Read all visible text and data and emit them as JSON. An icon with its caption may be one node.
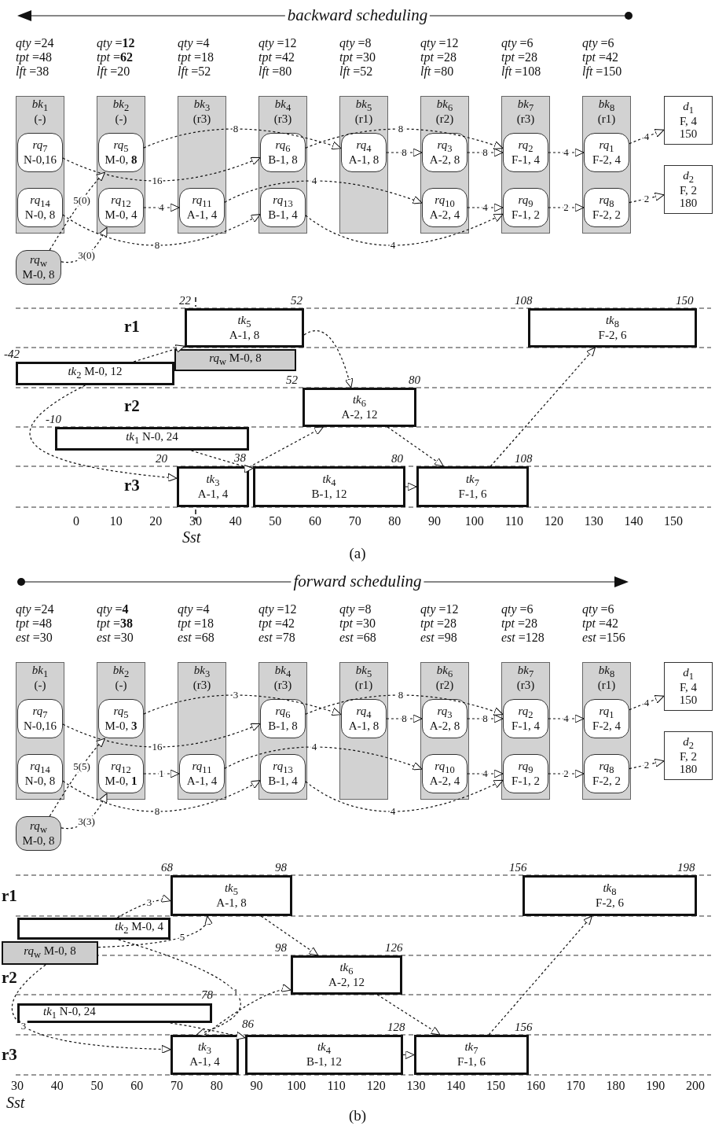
{
  "diagram": {
    "nodes": [
      {
        "text": [
          "*bk*$_{1}$",
          "(-)"
        ],
        "beside": [
          "*qty* =24",
          "*tpt* =48",
          "*lft* =38"
        ]
      },
      {
        "text": [
          "*rq*$_{7}$",
          "N-0,16"
        ],
        "in": 0
      },
      {
        "text": [
          "*rq*$_{14}$",
          "N-0, 8"
        ],
        "in": 0
      },
      {
        "text": [
          "*bk*$_{2}$",
          "(-)"
        ],
        "beside": [
          "*qty* =**12**",
          "*tpt* =**62**",
          "*lft* =20"
        ]
      },
      {
        "text": [
          "*rq*$_{5}$",
          "M-0, **8**"
        ],
        "in": 3
      },
      {
        "text": [
          "*rq*$_{12}$",
          "M-0, 4"
        ],
        "in": 3
      },
      {
        "text": [
          "*bk*$_{3}$",
          "(r3)"
        ],
        "beside": [
          "*qty* =4",
          "*tpt* =18",
          "*lft* =52"
        ]
      },
      {
        "text": [
          "*rq*$_{11}$",
          "A-1, 4"
        ],
        "in": 6
      },
      {
        "text": [
          "*bk*$_{4}$",
          "(r3)"
        ],
        "beside": [
          "*qty* =12",
          "*tpt* =42",
          "*lft* =80"
        ]
      },
      {
        "text": [
          "*rq*$_{6}$",
          "B-1, 8"
        ],
        "in": 8
      },
      {
        "text": [
          "*rq*$_{13}$",
          "B-1, 4"
        ],
        "in": 8
      },
      {
        "text": [
          "*bk*$_{5}$",
          "(r1)"
        ],
        "beside": [
          "*qty* =8",
          "*tpt* =30",
          "*lft* =52"
        ]
      },
      {
        "text": [
          "*rq*$_{4}$",
          "A-1, 8"
        ],
        "in": 11
      },
      {
        "text": [
          "*bk*$_{6}$",
          "(r2)"
        ],
        "beside": [
          "*qty* =12",
          "*tpt* =28",
          "*lft* =80"
        ]
      },
      {
        "text": [
          "*rq*$_{3}$",
          "A-2, 8"
        ],
        "in": 13
      },
      {
        "text": [
          "*rq*$_{10}$",
          "A-2, 4"
        ],
        "in": 13
      },
      {
        "text": [
          "*bk*$_{7}$",
          "(r3)"
        ],
        "beside": [
          "*qty* =6",
          "*tpt* =28",
          "*lft* =108"
        ]
      },
      {
        "text": [
          "*rq*$_{2}$",
          "F-1, 4"
        ],
        "in": 16
      },
      {
        "text": [
          "*rq*$_{9}$",
          "F-1, 2"
        ],
        "in": 16
      },
      {
        "text": [
          "*bk*$_{8}$",
          "(r1)"
        ],
        "beside": [
          "*qty* =6",
          "*tpt* =42",
          "*lft* =150"
        ]
      },
      {
        "text": [
          "*rq*$_{1}$",
          "F-2, 4"
        ],
        "in": 19
      },
      {
        "text": [
          "*rq*$_{8}$",
          "F-2, 2"
        ],
        "in": 19
      },
      {
        "text": [
          "*d*$_{1}$",
          "F, 4",
          "150"
        ]
      },
      {
        "text": [
          "*d*$_{2}$",
          "F, 2",
          "180"
        ]
      },
      {
        "text": [
          "*rq*$_{w}$",
          "M-0, 8"
        ]
      },
      {
        "text": [
          "*tk*$_{5}$",
          "A-1, 8"
        ],
        "beside": [
          "22",
          "52"
        ]
      },
      {
        "text": [
          "*tk*$_{8}$",
          "F-2, 6"
        ],
        "beside": [
          "108",
          "150"
        ]
      },
      {
        "text": [
          "*rq*$_{w}$ M-0, 8"
        ]
      },
      {
        "text": [
          "*tk*$_{2}$ M-0, 12"
        ],
        "beside": [
          "-42"
        ]
      },
      {
        "text": [
          "*tk*$_{6}$",
          "A-2, 12"
        ],
        "beside": [
          "52",
          "80"
        ]
      },
      {
        "text": [
          "*tk*$_{1}$ N-0, 24"
        ],
        "beside": [
          "-10"
        ]
      },
      {
        "text": [
          "*tk*$_{3}$",
          "A-1, 4"
        ],
        "beside": [
          "20",
          "38"
        ]
      },
      {
        "text": [
          "*tk*$_{4}$",
          "B-1, 12"
        ],
        "beside": [
          "80"
        ]
      },
      {
        "text": [
          "*tk*$_{7}$",
          "F-1, 6"
        ],
        "beside": [
          "108"
        ]
      },
      {
        "text": [
          "*bk*$_{1}$",
          "(-)"
        ],
        "beside": [
          "*qty* =24",
          "*tpt* =48",
          "*est* =30"
        ]
      },
      {
        "text": [
          "*rq*$_{7}$",
          "N-0,16"
        ],
        "in": 34
      },
      {
        "text": [
          "*rq*$_{14}$",
          "N-0, 8"
        ],
        "in": 34
      },
      {
        "text": [
          "*bk*$_{2}$",
          "(-)"
        ],
        "beside": [
          "*qty* =**4**",
          "*tpt* =**38**",
          "*est* =30"
        ]
      },
      {
        "text": [
          "*rq*$_{5}$",
          "M-0, **3**"
        ],
        "in": 37
      },
      {
        "text": [
          "*rq*$_{12}$",
          "M-0, **1**"
        ],
        "in": 37
      },
      {
        "text": [
          "*bk*$_{3}$",
          "(r3)"
        ],
        "beside": [
          "*qty* =4",
          "*tpt* =18",
          "*est* =68"
        ]
      },
      {
        "text": [
          "*rq*$_{11}$",
          "A-1, 4"
        ],
        "in": 40
      },
      {
        "text": [
          "*bk*$_{4}$",
          "(r3)"
        ],
        "beside": [
          "*qty* =12",
          "*tpt* =42",
          "*est* =78"
        ]
      },
      {
        "text": [
          "*rq*$_{6}$",
          "B-1, 8"
        ],
        "in": 42
      },
      {
        "text": [
          "*rq*$_{13}$",
          "B-1, 4"
        ],
        "in": 42
      },
      {
        "text": [
          "*bk*$_{5}$",
          "(r1)"
        ],
        "beside": [
          "*qty* =8",
          "*tpt* =30",
          "*est* =68"
        ]
      },
      {
        "text": [
          "*rq*$_{4}$",
          "A-1, 8"
        ],
        "in": 45
      },
      {
        "text": [
          "*bk*$_{6}$",
          "(r2)"
        ],
        "beside": [
          "*qty* =12",
          "*tpt* =28",
          "*est* =98"
        ]
      },
      {
        "text": [
          "*rq*$_{3}$",
          "A-2, 8"
        ],
        "in": 47
      },
      {
        "text": [
          "*rq*$_{10}$",
          "A-2, 4"
        ],
        "in": 47
      },
      {
        "text": [
          "*bk*$_{7}$",
          "(r3)"
        ],
        "beside": [
          "*qty* =6",
          "*tpt* =28",
          "*est* =128"
        ]
      },
      {
        "text": [
          "*rq*$_{2}$",
          "F-1, 4"
        ],
        "in": 50
      },
      {
        "text": [
          "*rq*$_{9}$",
          "F-1, 2"
        ],
        "in": 50
      },
      {
        "text": [
          "*bk*$_{8}$",
          "(r1)"
        ],
        "beside": [
          "*qty* =6",
          "*tpt* =42",
          "*est* =156"
        ]
      },
      {
        "text": [
          "*rq*$_{1}$",
          "F-2, 4"
        ],
        "in": 53
      },
      {
        "text": [
          "*rq*$_{8}$",
          "F-2, 2"
        ],
        "in": 53
      },
      {
        "text": [
          "*d*$_{1}$",
          "F, 4",
          "150"
        ]
      },
      {
        "text": [
          "*d*$_{2}$",
          "F, 2",
          "180"
        ]
      },
      {
        "text": [
          "*rq*$_{w}$",
          "M-0, 8"
        ]
      },
      {
        "text": [
          "*tk*$_{5}$",
          "A-1, 8"
        ],
        "beside": [
          "68",
          "98"
        ]
      },
      {
        "text": [
          "*tk*$_{8}$",
          "F-2, 6"
        ],
        "beside": [
          "156",
          "198"
        ]
      },
      {
        "text": [
          "*tk*$_{2}$ M-0, 4"
        ]
      },
      {
        "text": [
          "*rq*$_{w}$ M-0, 8"
        ]
      },
      {
        "text": [
          "*tk*$_{6}$",
          "A-2, 12"
        ],
        "beside": [
          "98",
          "126"
        ]
      },
      {
        "text": [
          "*tk*$_{1}$ N-0, 24"
        ],
        "beside": [
          "78"
        ]
      },
      {
        "text": [
          "*tk*$_{3}$",
          "A-1, 4"
        ],
        "beside": [
          "86"
        ]
      },
      {
        "text": [
          "*tk*$_{4}$",
          "B-1, 12"
        ],
        "beside": [
          "128"
        ]
      },
      {
        "text": [
          "*tk*$_{7}$",
          "F-1, 6"
        ],
        "beside": [
          "156"
        ]
      }
    ],
    "edges": [
      {
        "from": 1,
        "to": 9,
        "arrow": "to",
        "label": "16",
        "style": "dashed"
      },
      {
        "from": 4,
        "to": 12,
        "arrow": "to",
        "label": "8",
        "style": "dashed"
      },
      {
        "from": 9,
        "to": 17,
        "arrow": "to",
        "label": "8",
        "style": "dashed"
      },
      {
        "from": 12,
        "to": 14,
        "arrow": "to",
        "label": "8",
        "style": "dashed"
      },
      {
        "from": 14,
        "to": 17,
        "arrow": "to",
        "label": "8",
        "style": "dashed"
      },
      {
        "from": 17,
        "to": 20,
        "arrow": "to",
        "label": "4",
        "style": "dashed"
      },
      {
        "from": 20,
        "to": 22,
        "arrow": "to",
        "label": "4",
        "style": "dashed"
      },
      {
        "from": 2,
        "to": 10,
        "arrow": "to",
        "label": "8",
        "style": "dashed"
      },
      {
        "from": 5,
        "to": 7,
        "arrow": "to",
        "label": "4",
        "style": "dashed"
      },
      {
        "from": 7,
        "to": 15,
        "arrow": "to",
        "label": "4",
        "style": "dashed"
      },
      {
        "from": 10,
        "to": 18,
        "arrow": "to",
        "label": "4",
        "style": "dashed"
      },
      {
        "from": 15,
        "to": 18,
        "arrow": "to",
        "label": "4",
        "style": "dashed"
      },
      {
        "from": 18,
        "to": 21,
        "arrow": "to",
        "label": "2",
        "style": "dashed"
      },
      {
        "from": 21,
        "to": 23,
        "arrow": "to",
        "label": "2",
        "style": "dashed"
      },
      {
        "from": 24,
        "to": 4,
        "arrow": "to",
        "label": "5(0)",
        "style": "dashed"
      },
      {
        "from": 24,
        "to": 5,
        "arrow": "to",
        "label": "3(0)",
        "style": "dashed"
      },
      {
        "from": 28,
        "to": 25,
        "arrow": "to",
        "style": "dashed"
      },
      {
        "from": 28,
        "to": 31,
        "arrow": "to",
        "style": "dashed"
      },
      {
        "from": 30,
        "to": 32,
        "arrow": "to",
        "style": "dashed"
      },
      {
        "from": 31,
        "to": 29,
        "arrow": "to",
        "style": "dashed"
      },
      {
        "from": 25,
        "to": 29,
        "arrow": "to",
        "style": "dashed"
      },
      {
        "from": 29,
        "to": 33,
        "arrow": "to",
        "style": "dashed"
      },
      {
        "from": 32,
        "to": 33,
        "arrow": "to",
        "style": "dashed"
      },
      {
        "from": 33,
        "to": 26,
        "arrow": "to",
        "style": "dashed"
      },
      {
        "from": 35,
        "to": 43,
        "arrow": "to",
        "label": "16",
        "style": "dashed"
      },
      {
        "from": 38,
        "to": 46,
        "arrow": "to",
        "label": "3",
        "style": "dashed"
      },
      {
        "from": 43,
        "to": 51,
        "arrow": "to",
        "label": "8",
        "style": "dashed"
      },
      {
        "from": 46,
        "to": 48,
        "arrow": "to",
        "label": "8",
        "style": "dashed"
      },
      {
        "from": 48,
        "to": 51,
        "arrow": "to",
        "label": "8",
        "style": "dashed"
      },
      {
        "from": 51,
        "to": 54,
        "arrow": "to",
        "label": "4",
        "style": "dashed"
      },
      {
        "from": 54,
        "to": 56,
        "arrow": "to",
        "label": "4",
        "style": "dashed"
      },
      {
        "from": 36,
        "to": 44,
        "arrow": "to",
        "label": "8",
        "style": "dashed"
      },
      {
        "from": 39,
        "to": 41,
        "arrow": "to",
        "label": "1",
        "style": "dashed"
      },
      {
        "from": 41,
        "to": 49,
        "arrow": "to",
        "label": "4",
        "style": "dashed"
      },
      {
        "from": 44,
        "to": 52,
        "arrow": "to",
        "label": "4",
        "style": "dashed"
      },
      {
        "from": 49,
        "to": 52,
        "arrow": "to",
        "label": "4",
        "style": "dashed"
      },
      {
        "from": 52,
        "to": 55,
        "arrow": "to",
        "label": "2",
        "style": "dashed"
      },
      {
        "from": 55,
        "to": 57,
        "arrow": "to",
        "label": "2",
        "style": "dashed"
      },
      {
        "from": 58,
        "to": 38,
        "arrow": "to",
        "label": "5(5)",
        "style": "dashed"
      },
      {
        "from": 58,
        "to": 39,
        "arrow": "to",
        "label": "3(3)",
        "style": "dashed"
      },
      {
        "from": 62,
        "to": 59,
        "arrow": "to",
        "label": "5",
        "style": "dashed"
      },
      {
        "from": 61,
        "to": 59,
        "arrow": "to",
        "label": "3",
        "style": "dashed"
      },
      {
        "from": 61,
        "to": 65,
        "arrow": "to",
        "label": "1",
        "style": "dashed"
      },
      {
        "from": 62,
        "to": 65,
        "arrow": "to",
        "label": "3",
        "style": "dashed"
      },
      {
        "from": 64,
        "to": 66,
        "arrow": "to",
        "style": "dashed"
      },
      {
        "from": 65,
        "to": 63,
        "arrow": "to",
        "style": "dashed"
      },
      {
        "from": 59,
        "to": 63,
        "arrow": "to",
        "style": "dashed"
      },
      {
        "from": 63,
        "to": 67,
        "arrow": "to",
        "style": "dashed"
      },
      {
        "from": 66,
        "to": 67,
        "arrow": "to",
        "style": "dashed"
      },
      {
        "from": 67,
        "to": 60,
        "arrow": "to",
        "style": "dashed"
      }
    ],
    "labels": [
      "backward scheduling",
      "r1",
      "r2",
      "r3",
      "0",
      "10",
      "20",
      "30",
      "40",
      "50",
      "60",
      "70",
      "80",
      "90",
      "100",
      "110",
      "120",
      "130",
      "140",
      "150",
      "Sst",
      "(a)",
      "forward scheduling",
      "r1",
      "r2",
      "r3",
      "30",
      "40",
      "50",
      "60",
      "70",
      "80",
      "90",
      "100",
      "110",
      "120",
      "130",
      "140",
      "150",
      "160",
      "170",
      "180",
      "190",
      "200",
      "Sst",
      "(b)"
    ]
  }
}
